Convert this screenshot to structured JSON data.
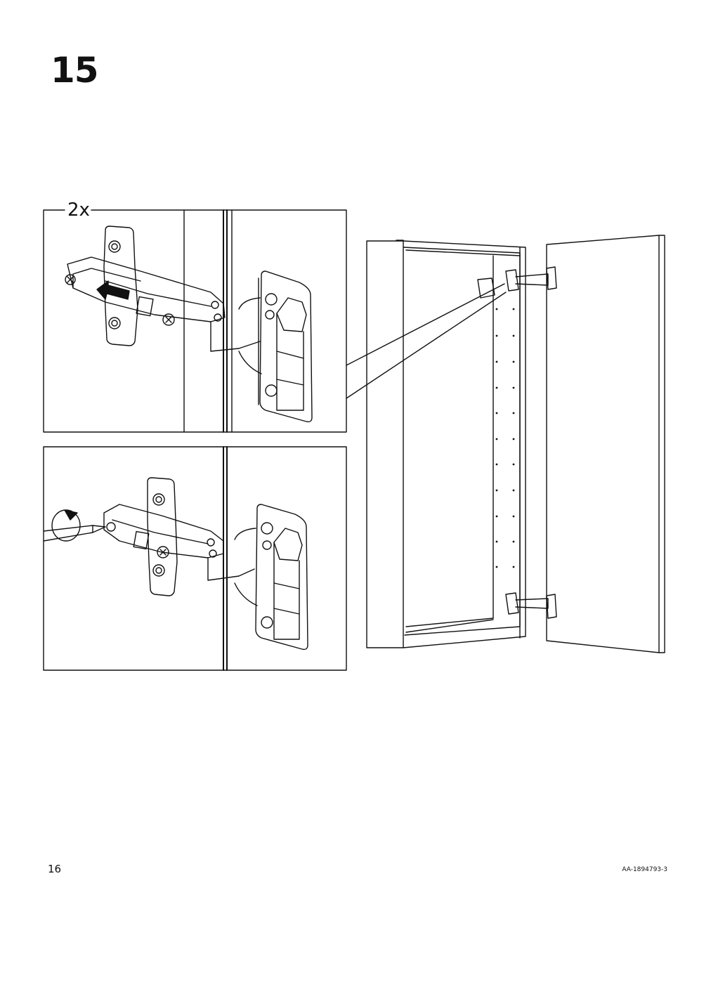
{
  "step": {
    "number": "15"
  },
  "detail_panel_top": {
    "quantity_label": "2x"
  },
  "footer": {
    "page_number": "16",
    "document_code": "AA-1894793-3"
  },
  "colors": {
    "line": "#111111",
    "background": "#ffffff"
  },
  "icons": {
    "push_arrow": "arrow-left-icon",
    "rotate": "rotate-clockwise-icon"
  }
}
